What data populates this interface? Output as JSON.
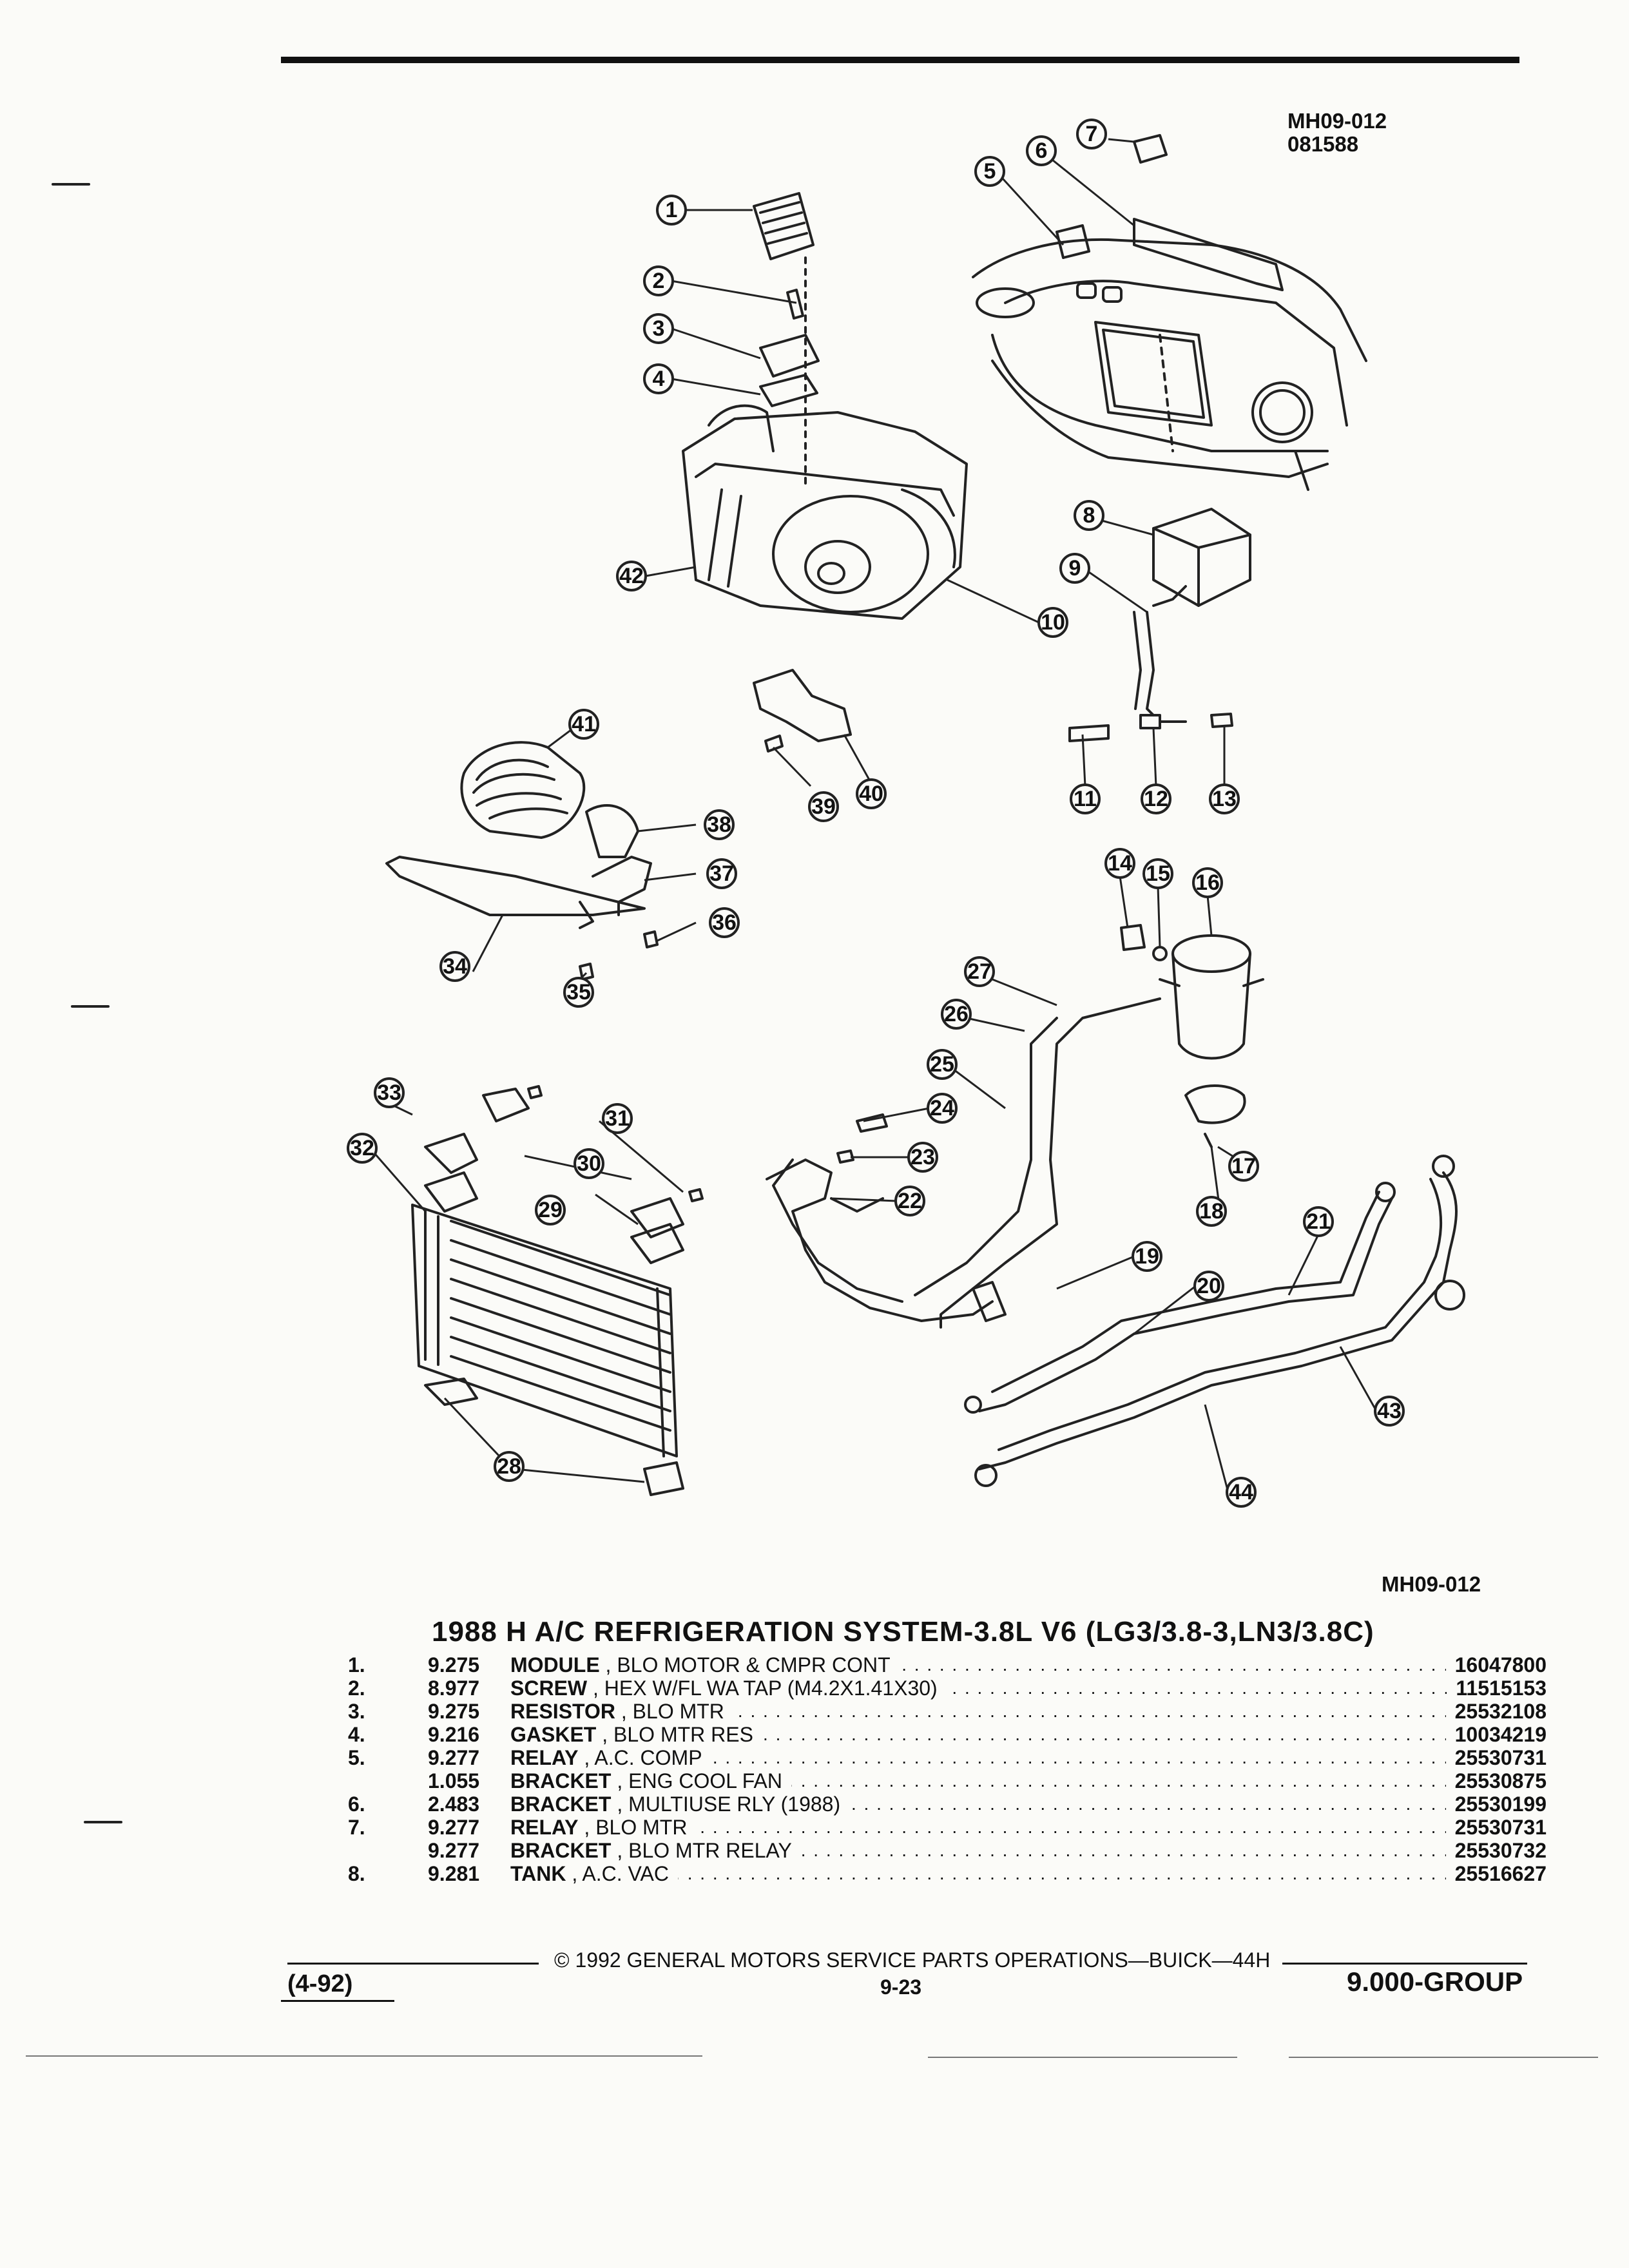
{
  "figure": {
    "id": "MH09-012",
    "date": "081588",
    "id_bottom": "MH09-012"
  },
  "callouts": [
    "1",
    "2",
    "3",
    "4",
    "5",
    "6",
    "7",
    "8",
    "9",
    "10",
    "11",
    "12",
    "13",
    "14",
    "15",
    "16",
    "17",
    "18",
    "19",
    "20",
    "21",
    "22",
    "23",
    "24",
    "25",
    "26",
    "27",
    "28",
    "29",
    "30",
    "31",
    "32",
    "33",
    "34",
    "35",
    "36",
    "37",
    "38",
    "39",
    "40",
    "41",
    "42",
    "43",
    "44"
  ],
  "title": "1988 H A/C REFRIGERATION SYSTEM-3.8L V6 (LG3/3.8-3,LN3/3.8C)",
  "parts": [
    {
      "ref": "1.",
      "ipc": "9.275",
      "name": "MODULE",
      "desc": "BLO MOTOR & CMPR CONT",
      "part_no": "16047800"
    },
    {
      "ref": "2.",
      "ipc": "8.977",
      "name": "SCREW",
      "desc": "HEX W/FL WA TAP (M4.2X1.41X30)",
      "part_no": "11515153"
    },
    {
      "ref": "3.",
      "ipc": "9.275",
      "name": "RESISTOR",
      "desc": "BLO MTR",
      "part_no": "25532108"
    },
    {
      "ref": "4.",
      "ipc": "9.216",
      "name": "GASKET",
      "desc": "BLO MTR RES",
      "part_no": "10034219"
    },
    {
      "ref": "5.",
      "ipc": "9.277",
      "name": "RELAY",
      "desc": "A.C. COMP",
      "part_no": "25530731"
    },
    {
      "ref": "",
      "ipc": "1.055",
      "name": "BRACKET",
      "desc": "ENG COOL FAN",
      "part_no": "25530875"
    },
    {
      "ref": "6.",
      "ipc": "2.483",
      "name": "BRACKET",
      "desc": "MULTIUSE RLY (1988)",
      "part_no": "25530199"
    },
    {
      "ref": "7.",
      "ipc": "9.277",
      "name": "RELAY",
      "desc": "BLO MTR",
      "part_no": "25530731"
    },
    {
      "ref": "",
      "ipc": "9.277",
      "name": "BRACKET",
      "desc": "BLO MTR RELAY",
      "part_no": "25530732"
    },
    {
      "ref": "8.",
      "ipc": "9.281",
      "name": "TANK",
      "desc": "A.C. VAC",
      "part_no": "25516627"
    }
  ],
  "footer": {
    "copyright": "© 1992 GENERAL MOTORS SERVICE PARTS OPERATIONS—BUICK—44H",
    "date_code": "(4-92)",
    "page": "9-23",
    "group": "9.000-GROUP"
  }
}
